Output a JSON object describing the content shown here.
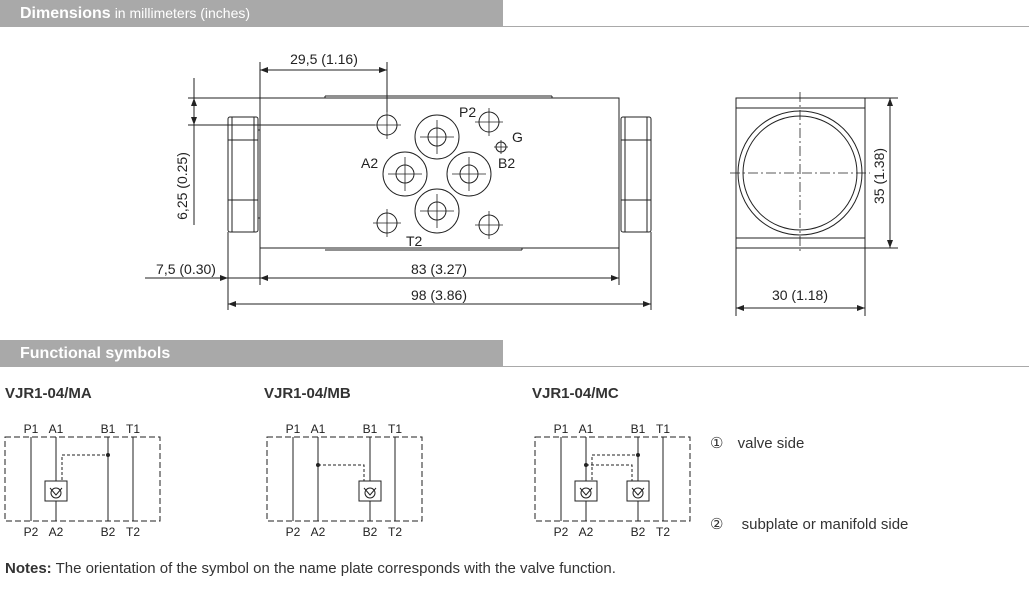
{
  "header": {
    "title": "Dimensions",
    "subtitle": "in millimeters (inches)"
  },
  "dimensions": {
    "top_offset": "29,5 (1.16)",
    "height_offset": "6,25 (0.25)",
    "left_offset": "7,5 (0.30)",
    "body_length": "83 (3.27)",
    "total_length": "98 (3.86)",
    "width": "30 (1.18)",
    "height": "35 (1.38)"
  },
  "ports": {
    "p2": "P2",
    "g": "G",
    "a2": "A2",
    "b2": "B2",
    "t2": "T2"
  },
  "functional": {
    "title": "Functional symbols"
  },
  "symbols": [
    {
      "name": "VJR1-04/MA",
      "top_ports": [
        "P1",
        "A1",
        "B1",
        "T1"
      ],
      "bottom_ports": [
        "P2",
        "A2",
        "B2",
        "T2"
      ]
    },
    {
      "name": "VJR1-04/MB",
      "top_ports": [
        "P1",
        "A1",
        "B1",
        "T1"
      ],
      "bottom_ports": [
        "P2",
        "A2",
        "B2",
        "T2"
      ]
    },
    {
      "name": "VJR1-04/MC",
      "top_ports": [
        "P1",
        "A1",
        "B1",
        "T1"
      ],
      "bottom_ports": [
        "P2",
        "A2",
        "B2",
        "T2"
      ]
    }
  ],
  "legend": [
    {
      "marker": "①",
      "text": "valve side"
    },
    {
      "marker": "②",
      "text": "subplate or manifold side"
    }
  ],
  "notes": {
    "label": "Notes:",
    "text": " The orientation of the symbol on the name plate corresponds with the valve function."
  }
}
